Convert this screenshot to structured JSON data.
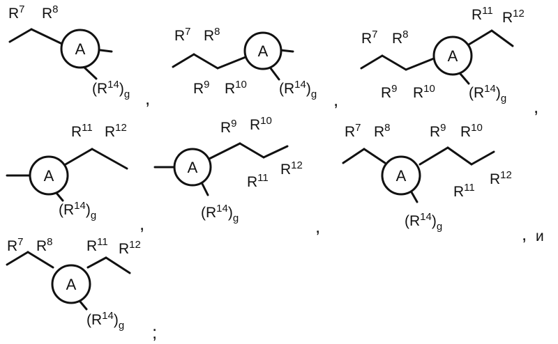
{
  "ring_label": "A",
  "sub_label": "R",
  "g_label": "g",
  "comma": ",",
  "conjunction": "и",
  "terminator": ";",
  "labels": {
    "r7": "7",
    "r8": "8",
    "r9": "9",
    "r10": "10",
    "r11": "11",
    "r12": "12",
    "r14": "14"
  }
}
